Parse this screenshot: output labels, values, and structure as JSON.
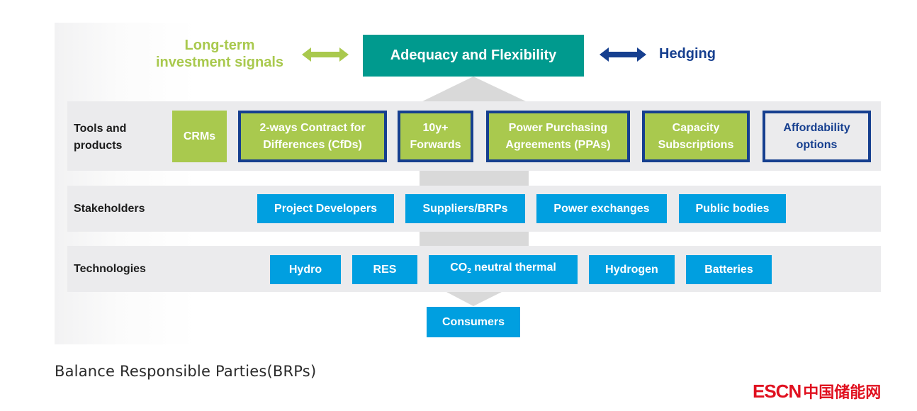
{
  "header": {
    "left_label": "Long-term investment signals",
    "left_label_lines": [
      "Long-term",
      "investment signals"
    ],
    "center_label": "Adequacy and Flexibility",
    "right_label": "Hedging",
    "left_arrow_icon": "double-arrow-icon",
    "right_arrow_icon": "double-arrow-icon"
  },
  "rows": [
    {
      "label_lines": [
        "Tools and",
        "products"
      ],
      "items": [
        {
          "lines": [
            "CRMs"
          ],
          "style": "green"
        },
        {
          "lines": [
            "2-ways Contract for",
            "Differences (CfDs)"
          ],
          "style": "green-bordered"
        },
        {
          "lines": [
            "10y+",
            "Forwards"
          ],
          "style": "green-bordered"
        },
        {
          "lines": [
            "Power Purchasing",
            "Agreements (PPAs)"
          ],
          "style": "green-bordered"
        },
        {
          "lines": [
            "Capacity",
            "Subscriptions"
          ],
          "style": "green-bordered"
        },
        {
          "lines": [
            "Affordability",
            "options"
          ],
          "style": "white-bordered"
        }
      ]
    },
    {
      "label_lines": [
        "Stakeholders"
      ],
      "items": [
        {
          "lines": [
            "Project Developers"
          ],
          "style": "blue"
        },
        {
          "lines": [
            "Suppliers/BRPs"
          ],
          "style": "blue"
        },
        {
          "lines": [
            "Power exchanges"
          ],
          "style": "blue"
        },
        {
          "lines": [
            "Public bodies"
          ],
          "style": "blue"
        }
      ]
    },
    {
      "label_lines": [
        "Technologies"
      ],
      "items": [
        {
          "lines": [
            "Hydro"
          ],
          "style": "blue"
        },
        {
          "lines": [
            "RES"
          ],
          "style": "blue"
        },
        {
          "co2": true,
          "prefix": "CO",
          "sub": "2",
          "suffix": " neutral thermal",
          "style": "blue"
        },
        {
          "lines": [
            "Hydrogen"
          ],
          "style": "blue"
        },
        {
          "lines": [
            "Batteries"
          ],
          "style": "blue"
        }
      ]
    }
  ],
  "bottom": {
    "label": "Consumers"
  },
  "caption": "Balance Responsible Parties(BRPs)",
  "logo": {
    "latin": "ESCN",
    "chinese": "中国储能网"
  },
  "colors": {
    "teal": "#009a8e",
    "green": "#a9c94e",
    "navy": "#163f8f",
    "blue": "#009fe0",
    "row_bg": "#ebebed",
    "column_gray": "#d9d9d9",
    "logo_red": "#e0101f"
  }
}
